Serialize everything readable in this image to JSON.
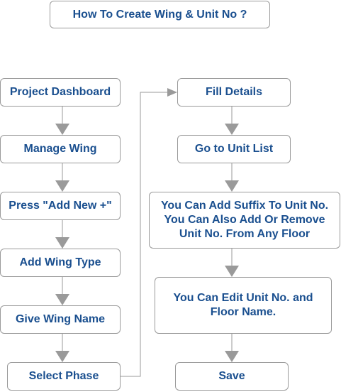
{
  "title": "How To Create Wing & Unit No ?",
  "left_steps": [
    "Project Dashboard",
    "Manage Wing",
    "Press \"Add New +\"",
    "Add Wing Type",
    "Give Wing Name",
    "Select Phase"
  ],
  "right_steps": [
    "Fill Details",
    "Go to Unit List",
    "You Can Add Suffix To Unit No.\nYou Can Also  Add Or Remove\nUnit No. From Any Floor",
    "You Can Edit Unit No. and\nFloor Name.",
    "Save"
  ],
  "colors": {
    "text": "#1a4f8f",
    "border": "#9a9a9a",
    "arrow": "#9a9a9a"
  }
}
